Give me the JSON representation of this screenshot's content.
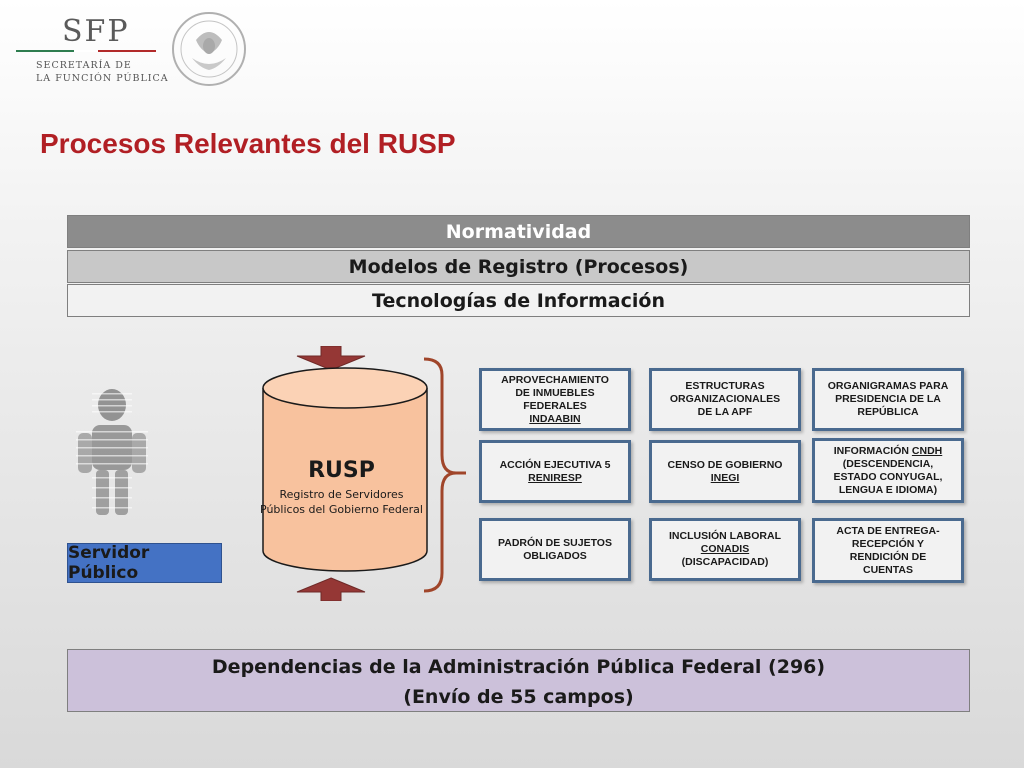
{
  "header": {
    "logo_mark": "SFP",
    "logo_line1": "SECRETARÍA DE",
    "logo_line2": "LA FUNCIÓN PÚBLICA"
  },
  "title": "Procesos Relevantes del RUSP",
  "bands": {
    "normatividad": "Normatividad",
    "modelos": "Modelos de Registro (Procesos)",
    "tecnologias": "Tecnologías de Información"
  },
  "servidor": {
    "label": "Servidor Público"
  },
  "rusp": {
    "title": "RUSP",
    "subtitle_1": "Registro de Servidores",
    "subtitle_2": "Públicos del Gobierno Federal"
  },
  "processes": {
    "p1": {
      "line1": "APROVECHAMIENTO",
      "line2": "DE INMUEBLES",
      "line3": "FEDERALES",
      "link": "INDAABIN"
    },
    "p2": {
      "line1": "ESTRUCTURAS",
      "line2": "ORGANIZACIONALES",
      "line3": "DE LA APF"
    },
    "p3": {
      "line1": "ORGANIGRAMAS PARA",
      "line2": "PRESIDENCIA DE LA",
      "line3": "REPÚBLICA"
    },
    "p4": {
      "line1": "ACCIÓN EJECUTIVA 5",
      "link": "RENIRESP"
    },
    "p5": {
      "line1": "CENSO DE GOBIERNO",
      "link": "INEGI"
    },
    "p6": {
      "line1": "INFORMACIÓN",
      "link": "CNDH",
      "line2": "(DESCENDENCIA,",
      "line3": "ESTADO CONYUGAL,",
      "line4": "LENGUA E IDIOMA)"
    },
    "p7": {
      "line1": "PADRÓN DE SUJETOS",
      "line2": "OBLIGADOS"
    },
    "p8": {
      "line1": "INCLUSIÓN LABORAL",
      "link": "CONADIS",
      "line2": "(DISCAPACIDAD)"
    },
    "p9": {
      "line1": "ACTA DE ENTREGA-",
      "line2": "RECEPCIÓN Y",
      "line3": "RENDICIÓN DE",
      "line4": "CUENTAS"
    }
  },
  "bottom": {
    "line1": "Dependencias de la Administración Pública Federal (296)",
    "line2": "(Envío de 55 campos)"
  },
  "colors": {
    "title": "#b11f24",
    "band_dark": "#8c8c8c",
    "band_mid": "#c8c8c8",
    "band_light": "#f2f2f2",
    "cylinder": "#f8c29e",
    "arrows": "#953735",
    "bracket": "#a0452a",
    "box_border": "#4a6a8f",
    "servidor_box": "#4472c4",
    "bottom_band": "#ccc1da"
  }
}
